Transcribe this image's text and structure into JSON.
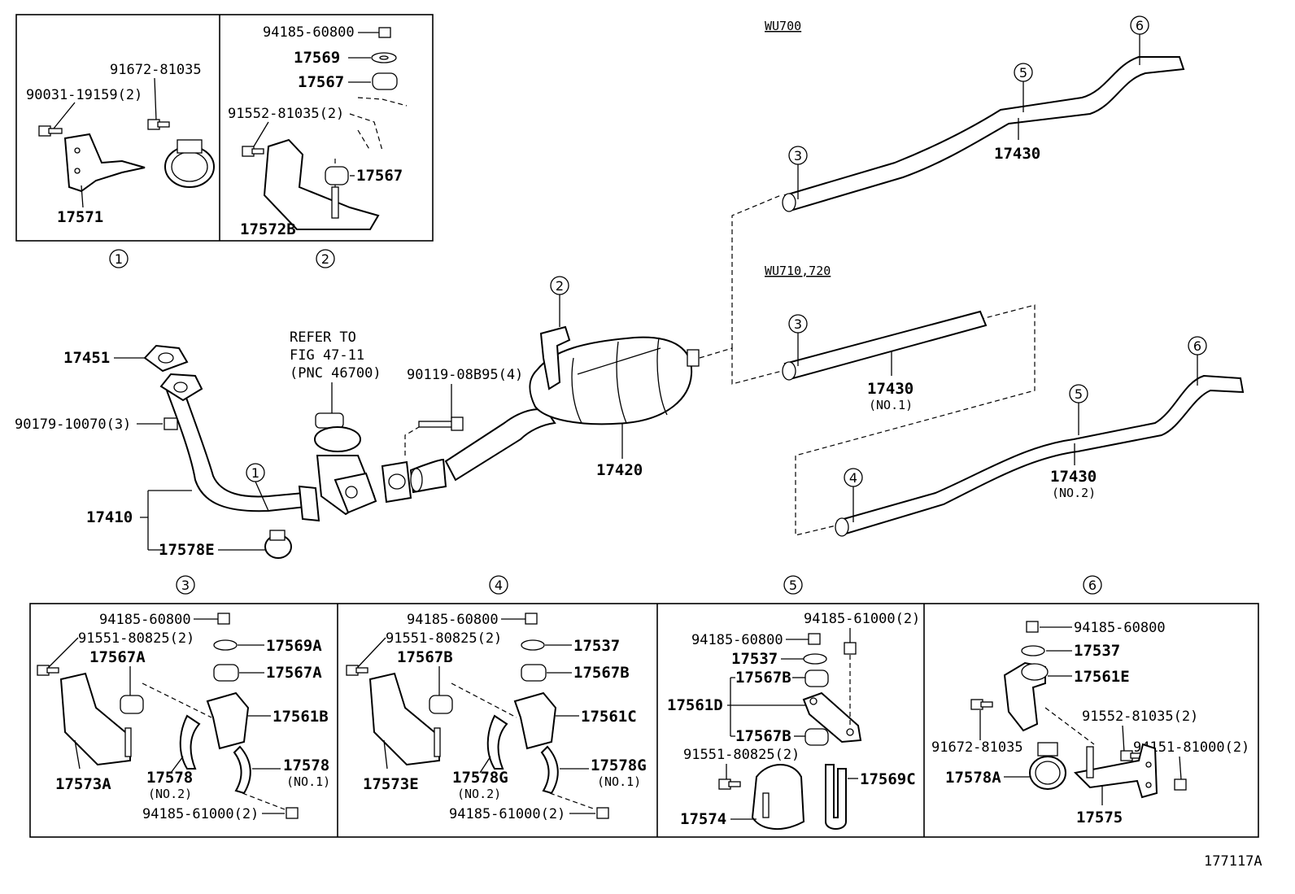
{
  "figure_id": "177117A",
  "variants": {
    "wu700": "WU700",
    "wu710": "WU710,720"
  },
  "refer": {
    "line1": "REFER TO",
    "line2": "FIG 47-11",
    "line3": "(PNC 46700)"
  },
  "callouts": [
    "1",
    "2",
    "3",
    "4",
    "5",
    "6"
  ],
  "main": {
    "p17451": "17451",
    "p90179": "90179-10070(3)",
    "p17410": "17410",
    "p17578E": "17578E",
    "p90119": "90119-08B95(4)",
    "p17420": "17420",
    "p17430a": "17430",
    "p17430b": "17430",
    "p17430b_sub": "(NO.1)",
    "p17430c": "17430",
    "p17430c_sub": "(NO.2)"
  },
  "d1": {
    "p90031": "90031-19159(2)",
    "p91672": "91672-81035",
    "p17571": "17571"
  },
  "d2": {
    "p94185": "94185-60800",
    "p17569": "17569",
    "p17567a": "17567",
    "p91552": "91552-81035(2)",
    "p17567b": "17567",
    "p17572B": "17572B"
  },
  "d3": {
    "p94185a": "94185-60800",
    "p91551": "91551-80825(2)",
    "p17569A": "17569A",
    "p17567A_l": "17567A",
    "p17567A_r": "17567A",
    "p17561B": "17561B",
    "p17573A": "17573A",
    "p17578": "17578",
    "p17578_sub": "(NO.2)",
    "p17578r": "17578",
    "p17578r_sub": "(NO.1)",
    "p94185b": "94185-61000(2)"
  },
  "d4": {
    "p94185a": "94185-60800",
    "p91551": "91551-80825(2)",
    "p17537": "17537",
    "p17567B_l": "17567B",
    "p17567B_r": "17567B",
    "p17561C": "17561C",
    "p17573E": "17573E",
    "p17578G": "17578G",
    "p17578G_sub": "(NO.2)",
    "p17578Gr": "17578G",
    "p17578Gr_sub": "(NO.1)",
    "p94185b": "94185-61000(2)"
  },
  "d5": {
    "p94185a": "94185-61000(2)",
    "p94185b": "94185-60800",
    "p17537": "17537",
    "p17567B_a": "17567B",
    "p17561D": "17561D",
    "p17567B_b": "17567B",
    "p91551": "91551-80825(2)",
    "p17569C": "17569C",
    "p17574": "17574"
  },
  "d6": {
    "p94185": "94185-60800",
    "p17537": "17537",
    "p17561E": "17561E",
    "p91552": "91552-81035(2)",
    "p91672": "91672-81035",
    "p94151": "94151-81000(2)",
    "p17578A": "17578A",
    "p17575": "17575"
  }
}
